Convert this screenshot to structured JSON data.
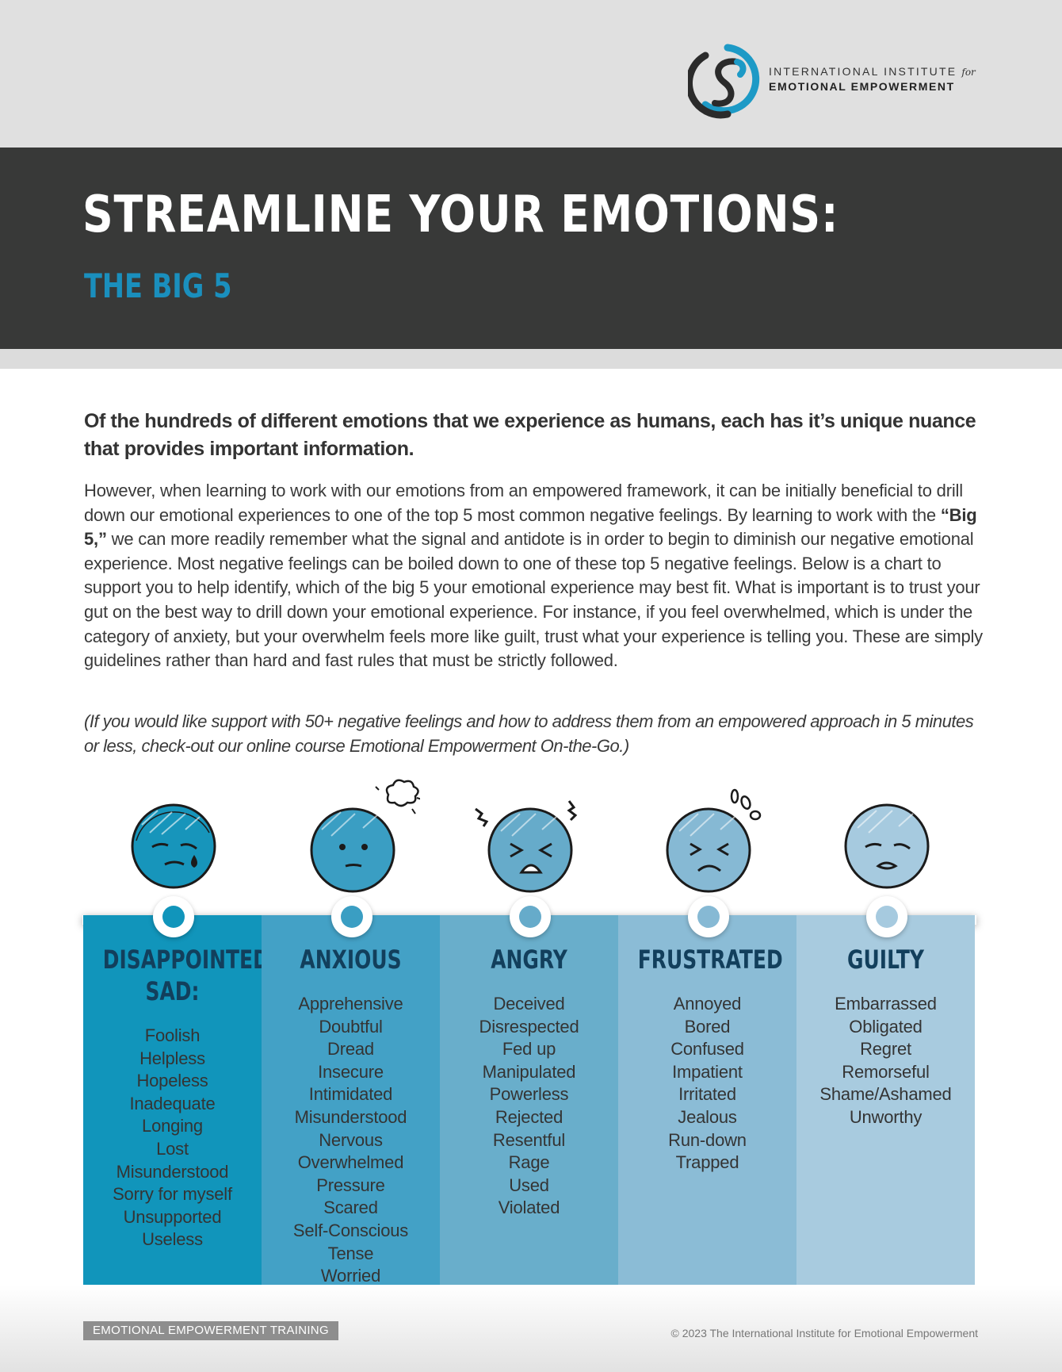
{
  "header": {
    "logo_line1": "INTERNATIONAL INSTITUTE",
    "logo_for": "for",
    "logo_line2": "EMOTIONAL EMPOWERMENT"
  },
  "title": {
    "main": "STREAMLINE YOUR EMOTIONS:",
    "sub": "THE BIG 5"
  },
  "intro": {
    "lead": "Of the hundreds of different emotions that we experience as humans, each has it’s unique nuance that provides important information.",
    "body_before_bold": "However, when learning to work with our emotions from an empowered framework, it can be initially beneficial to drill down our emotional experiences to one of the top 5 most common negative feelings. By learning to work with the ",
    "body_bold": "“Big 5,”",
    "body_after_bold": " we can more readily remember what the signal and antidote is in order to begin to diminish our negative emotional experience. Most negative feelings can be boiled down to one of these top 5 negative feelings. Below is a chart to support you to help identify, which of the big 5 your emotional experience may best fit. What is important is to trust your gut on the best way to drill down your emotional experience. For instance, if you feel overwhelmed, which is under the category of anxiety, but your overwhelm feels more like guilt, trust what your experience is telling you. These are simply guidelines rather than hard and fast rules that must be strictly followed.",
    "note": "(If you would like support with 50+ negative feelings and how to address them from an empowered approach in 5 minutes or less, check-out our online course Emotional Empowerment On-the-Go.)"
  },
  "emotions": [
    {
      "title": "DISAPPOINTED/ SAD:",
      "color": "#1195bb",
      "dot_color": "#1195bb",
      "face_icon": "crying-face-icon",
      "items": [
        "Foolish",
        "Helpless",
        "Hopeless",
        "Inadequate",
        "Longing",
        "Lost",
        "Misunderstood",
        "Sorry for myself",
        "Unsupported",
        "Useless"
      ]
    },
    {
      "title": "ANXIOUS",
      "color": "#43a1c6",
      "dot_color": "#3a9ec3",
      "face_icon": "anxious-face-icon",
      "items": [
        "Apprehensive",
        "Doubtful",
        "Dread",
        "Insecure",
        "Intimidated",
        "Misunderstood",
        "Nervous",
        "Overwhelmed",
        "Pressure",
        "Scared",
        "Self-Conscious",
        "Tense",
        "Worried"
      ]
    },
    {
      "title": "ANGRY",
      "color": "#69aecb",
      "dot_color": "#66abca",
      "face_icon": "angry-face-icon",
      "items": [
        "Deceived",
        "Disrespected",
        "Fed up",
        "Manipulated",
        "Powerless",
        "Rejected",
        "Resentful",
        "Rage",
        "Used",
        "Violated"
      ]
    },
    {
      "title": "FRUSTRATED",
      "color": "#8bbcd6",
      "dot_color": "#86b9d4",
      "face_icon": "frustrated-face-icon",
      "items": [
        "Annoyed",
        "Bored",
        "Confused",
        "Impatient",
        "Irritated",
        "Jealous",
        "Run-down",
        "Trapped"
      ]
    },
    {
      "title": "GUILTY",
      "color": "#a8cbdf",
      "dot_color": "#a6cadf",
      "face_icon": "guilty-face-icon",
      "items": [
        "Embarrassed",
        "Obligated",
        "Regret",
        "Remorseful",
        "Shame/Ashamed",
        "Unworthy"
      ]
    }
  ],
  "footer": {
    "badge": "EMOTIONAL EMPOWERMENT TRAINING",
    "copyright": "© 2023 The International Institute for Emotional Empowerment"
  },
  "colors": {
    "accent_blue": "#1a8fbd",
    "title_band": "#383938",
    "top_band": "#e0e0e0"
  }
}
